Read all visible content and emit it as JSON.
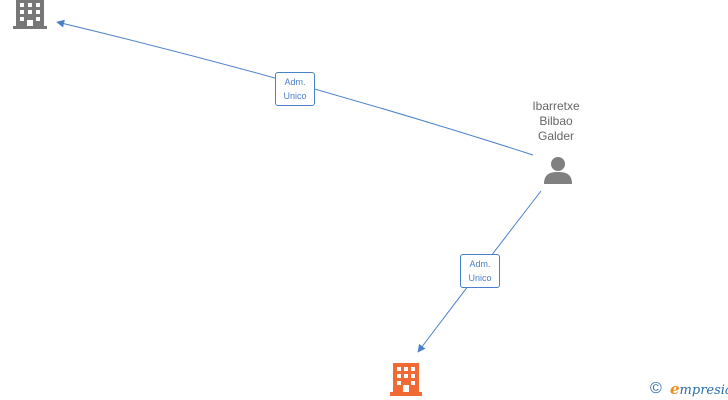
{
  "person": {
    "name_lines": [
      "Ibarretxe",
      "Bilbao",
      "Galder"
    ],
    "icon": "person-icon"
  },
  "companies": [
    {
      "id": "company-top-left",
      "icon": "building-icon",
      "color": "#777777"
    },
    {
      "id": "company-bottom",
      "icon": "building-icon",
      "color": "#f26a33"
    }
  ],
  "edges": [
    {
      "from": "person",
      "to": "company-top-left",
      "label_lines": [
        "Adm.",
        "Unico"
      ]
    },
    {
      "from": "person",
      "to": "company-bottom",
      "label_lines": [
        "Adm.",
        "Unico"
      ]
    }
  ],
  "colors": {
    "edge": "#4a7fc9",
    "person": "#808080"
  },
  "watermark": {
    "symbol": "©",
    "first_letter": "e",
    "rest": "mpresia"
  }
}
